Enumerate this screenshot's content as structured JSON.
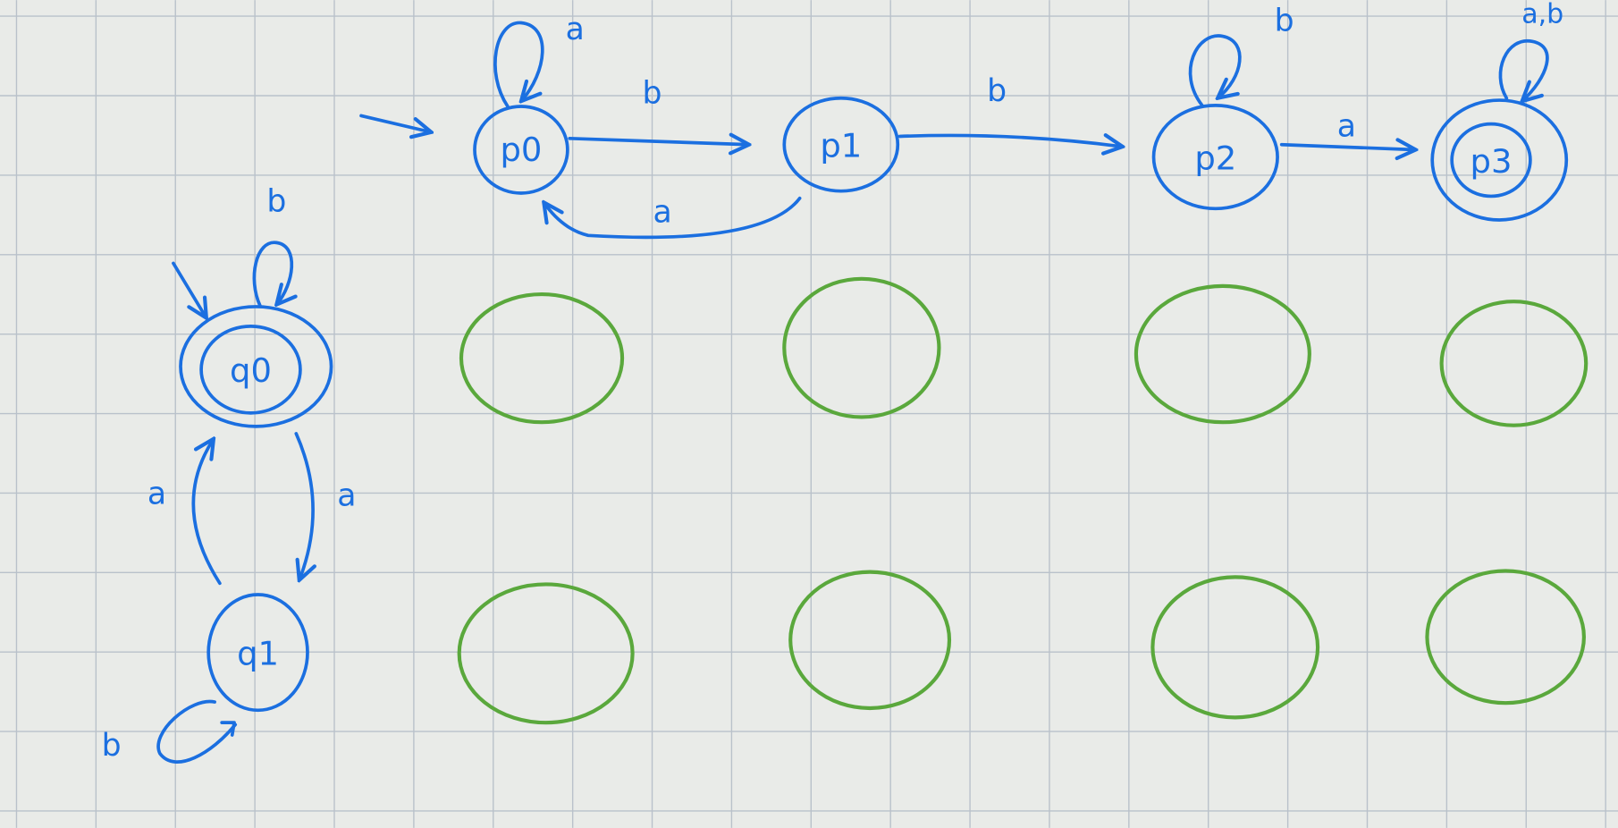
{
  "automaton_p": {
    "states": [
      "p0",
      "p1",
      "p2",
      "p3"
    ],
    "start": "p0",
    "accepting": [
      "p3"
    ],
    "edges": {
      "p0_self": "a",
      "p0_p1": "b",
      "p1_p0": "a",
      "p1_p2": "b",
      "p2_self": "b",
      "p2_p3": "a",
      "p3_self": "a,b"
    }
  },
  "automaton_q": {
    "states": [
      "q0",
      "q1"
    ],
    "start": "q0",
    "accepting": [
      "q0"
    ],
    "edges": {
      "q0_self": "b",
      "q0_q1": "a",
      "q1_q0": "a",
      "q1_self": "b"
    }
  },
  "colors": {
    "background": "#e9ebe8",
    "grid": "#b9c1ca",
    "ink_blue": "#1b6fe0",
    "ink_green": "#5aa83c"
  }
}
